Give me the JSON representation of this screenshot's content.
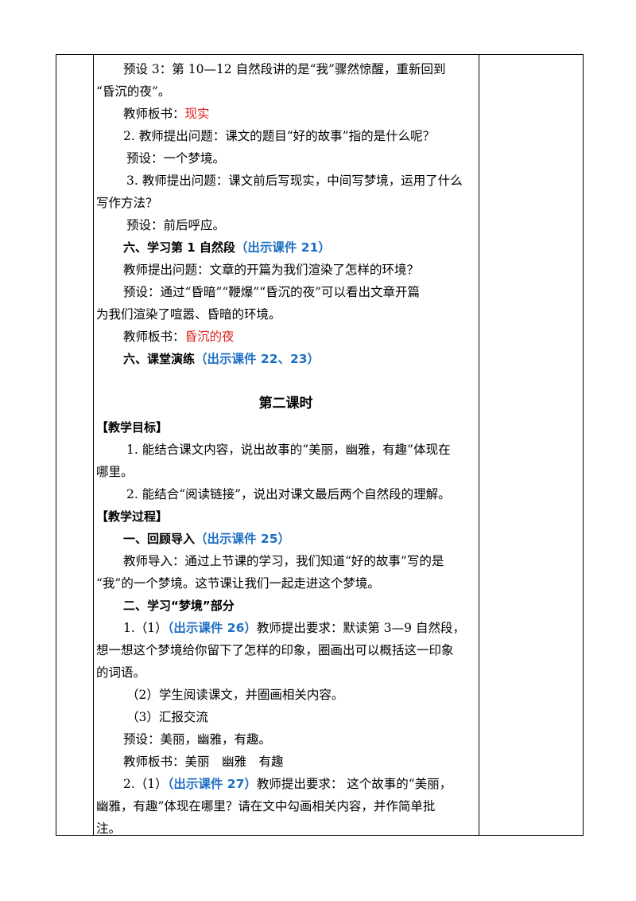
{
  "lines": {
    "l1": "预设 3：第 10—12 自然段讲的是“我”骤然惊醒，重新回到",
    "l2": "“昏沉的夜”。",
    "l3_label": "教师板书：",
    "l3_red": "现实",
    "l4": "2. 教师提出问题：课文的题目“好的故事”指的是什么呢？",
    "l5": "预设：一个梦境。",
    "l6": "3. 教师提出问题：课文前后写现实，中间写梦境，运用了什么",
    "l7": "写作方法？",
    "l8": "预设：前后呼应。",
    "l9_bold": "六、学习第 1 自然段",
    "l9_blue": "（出示课件 21）",
    "l10": "教师提出问题：文章的开篇为我们渲染了怎样的环境？",
    "l11": "预设：通过“昏暗”“鞭爆”“昏沉的夜”可以看出文章开篇",
    "l12": "为我们渲染了喧嚣、昏暗的环境。",
    "l13_label": "教师板书：",
    "l13_red": "昏沉的夜",
    "l14_bold": "六、课堂演练",
    "l14_blue": "（出示课件 22、23）",
    "heading": "第二课时",
    "l16": "【教学目标】",
    "l17": "1. 能结合课文内容，说出故事的“美丽，幽雅，有趣”体现在",
    "l18": "哪里。",
    "l19": "2. 能结合“阅读链接”，说出对课文最后两个自然段的理解。",
    "l20": "【教学过程】",
    "l21_bold": "一、回顾导入",
    "l21_blue": "（出示课件 25）",
    "l22": "教师导入：通过上节课的学习，我们知道“好的故事”写的是",
    "l23": "“我”的一个梦境。这节课让我们一起走进这个梦境。",
    "l24": "二、学习“梦境”部分",
    "l25_a": "1.（1）",
    "l25_blue": "（出示课件 26）",
    "l25_b": "教师提出要求：默读第 3—9 自然段，",
    "l26": "想一想这个梦境给你留下了怎样的印象，圈画出可以概括这一印象",
    "l27": "的词语。",
    "l28": "（2）学生阅读课文，并圈画相关内容。",
    "l29": "（3）汇报交流",
    "l30": "预设：美丽，幽雅，有趣。",
    "l31": "教师板书：美丽　幽雅　有趣",
    "l32_a": "2.（1）",
    "l32_blue": "（出示课件 27）",
    "l32_b": "教师提出要求：  这个故事的“美丽，",
    "l33": "幽雅，有趣”体现在哪里？请在文中勾画相关内容，并作简单批",
    "l34": "注。"
  }
}
